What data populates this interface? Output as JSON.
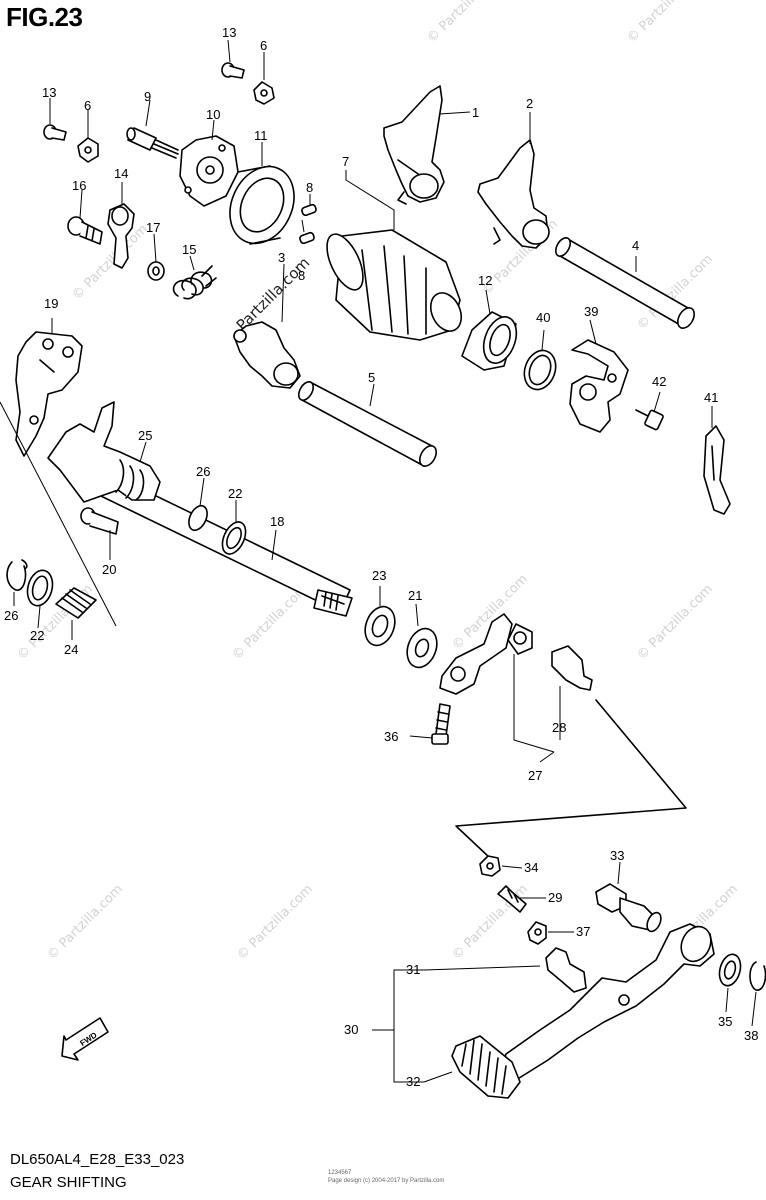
{
  "figure": {
    "title": "FIG.23"
  },
  "footer": {
    "model_code": "DL650AL4_E28_E33_023",
    "description": "GEAR SHIFTING",
    "fine_print_1": "1234567",
    "fine_print_2": "Page design (c) 2004-2017 by Partzilla.com"
  },
  "watermark": {
    "text": "© Partzilla.com",
    "center_text": "Partzilla.com"
  },
  "fwd_badge": "FWD",
  "callouts": [
    "1",
    "2",
    "3",
    "4",
    "5",
    "6",
    "6",
    "7",
    "8",
    "8",
    "9",
    "10",
    "11",
    "12",
    "13",
    "13",
    "14",
    "15",
    "16",
    "17",
    "18",
    "19",
    "20",
    "21",
    "22",
    "22",
    "23",
    "24",
    "25",
    "26",
    "26",
    "27",
    "28",
    "29",
    "30",
    "31",
    "32",
    "33",
    "34",
    "35",
    "36",
    "37",
    "38",
    "39",
    "40",
    "41",
    "42"
  ],
  "colors": {
    "line": "#000000",
    "background": "#ffffff",
    "watermark": "#d2d2d2"
  }
}
